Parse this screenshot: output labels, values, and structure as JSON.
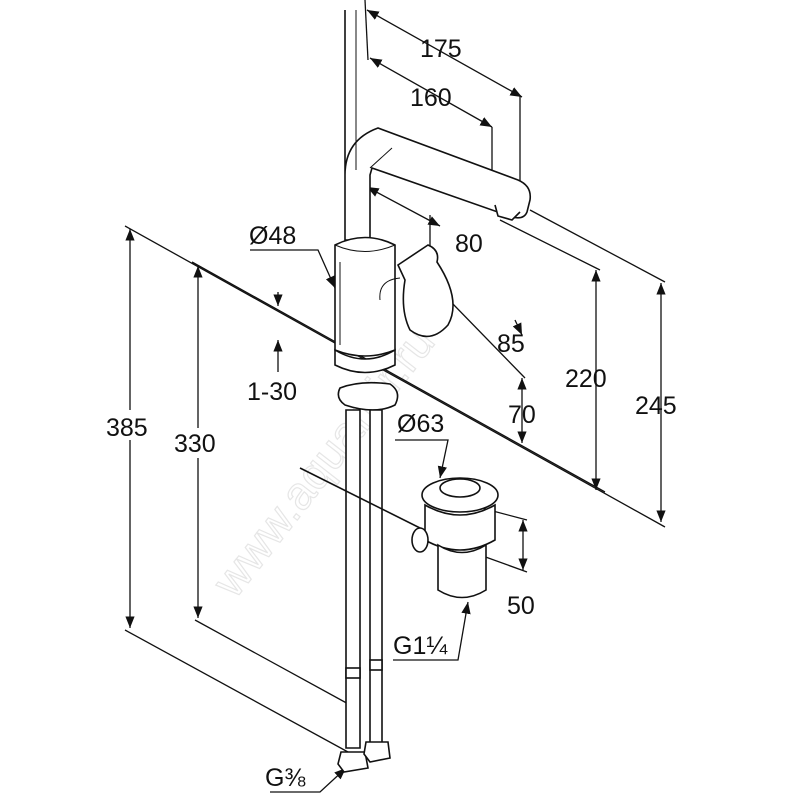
{
  "drawing": {
    "title": "Basin mixer dimension drawing",
    "watermark": "www.aquamir.ru",
    "dimensions": {
      "spout_reach_outer": "175",
      "spout_reach_inner": "160",
      "handle_offset": "80",
      "body_diameter": "Ø48",
      "handle_height": "85",
      "clamp_range": "1-30",
      "base_offset": "70",
      "spout_height": "220",
      "total_spout_height": "245",
      "hose_length_outer": "385",
      "hose_length_inner": "330",
      "waste_diameter": "Ø63",
      "waste_height": "50",
      "waste_thread": "G1¼",
      "hose_thread": "G⅜"
    }
  }
}
